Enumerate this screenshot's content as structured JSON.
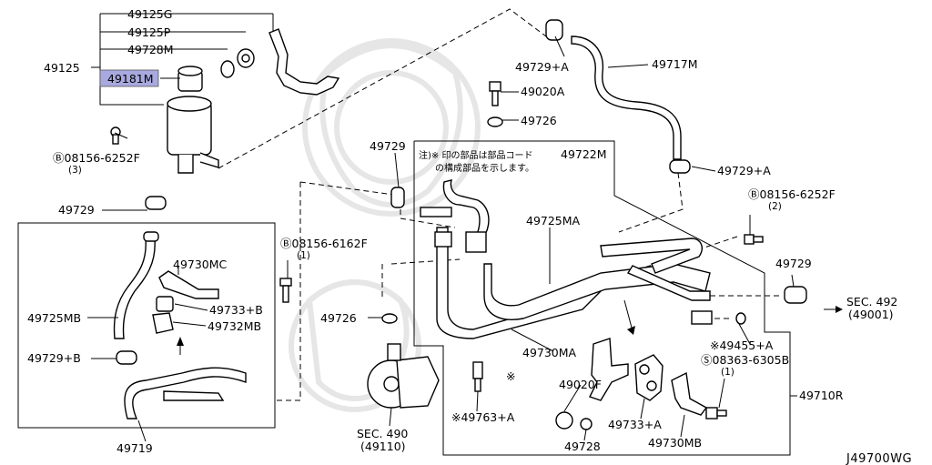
{
  "diagram": {
    "footer_code": "J49700WG",
    "note_line1": "注)※ 印の部品は部品コード",
    "note_line2": "の構成部品を示します。",
    "highlight_color": "#a9a9e0",
    "labels": [
      {
        "id": "p49125G",
        "text": "49125G"
      },
      {
        "id": "p49125P",
        "text": "49125P"
      },
      {
        "id": "p49728M",
        "text": "49728M"
      },
      {
        "id": "p49125",
        "text": "49125"
      },
      {
        "id": "p49181M",
        "text": "49181M"
      },
      {
        "id": "bolt_left_a",
        "text": "Ⓑ08156-6252F"
      },
      {
        "id": "bolt_left_b",
        "text": "(3)"
      },
      {
        "id": "p49729_left",
        "text": "49729"
      },
      {
        "id": "p49729A_top",
        "text": "49729+A"
      },
      {
        "id": "p49717M",
        "text": "49717M"
      },
      {
        "id": "p49020A",
        "text": "49020A"
      },
      {
        "id": "p49726_top",
        "text": "49726"
      },
      {
        "id": "p49722M",
        "text": "49722M"
      },
      {
        "id": "p49729_mid",
        "text": "49729"
      },
      {
        "id": "p49729A_right",
        "text": "49729+A"
      },
      {
        "id": "bolt_right_a",
        "text": "Ⓑ08156-6252F"
      },
      {
        "id": "bolt_right_b",
        "text": "(2)"
      },
      {
        "id": "p49725MA",
        "text": "49725MA"
      },
      {
        "id": "bolt_mid_a",
        "text": "Ⓑ08156-6162F"
      },
      {
        "id": "bolt_mid_b",
        "text": "(1)"
      },
      {
        "id": "p49730MC",
        "text": "49730MC"
      },
      {
        "id": "p49725MB",
        "text": "49725MB"
      },
      {
        "id": "p49733B",
        "text": "49733+B"
      },
      {
        "id": "p49732MB",
        "text": "49732MB"
      },
      {
        "id": "p49726_mid",
        "text": "49726"
      },
      {
        "id": "p49729B",
        "text": "49729+B"
      },
      {
        "id": "p49729_right",
        "text": "49729"
      },
      {
        "id": "sec492",
        "text": "SEC. 492"
      },
      {
        "id": "sec492_sub",
        "text": "(49001)"
      },
      {
        "id": "p49455A",
        "text": "※49455+A"
      },
      {
        "id": "p49730MA",
        "text": "49730MA"
      },
      {
        "id": "screw_a",
        "text": "Ⓢ08363-6305B"
      },
      {
        "id": "screw_b",
        "text": "(1)"
      },
      {
        "id": "p49020F",
        "text": "49020F"
      },
      {
        "id": "p49710R",
        "text": "49710R"
      },
      {
        "id": "star_mark",
        "text": "※"
      },
      {
        "id": "p49763A",
        "text": "※49763+A"
      },
      {
        "id": "p49733A",
        "text": "49733+A"
      },
      {
        "id": "sec490",
        "text": "SEC. 490"
      },
      {
        "id": "sec490_sub",
        "text": "(49110)"
      },
      {
        "id": "p49728",
        "text": "49728"
      },
      {
        "id": "p49730MB",
        "text": "49730MB"
      },
      {
        "id": "p49719",
        "text": "49719"
      }
    ]
  }
}
